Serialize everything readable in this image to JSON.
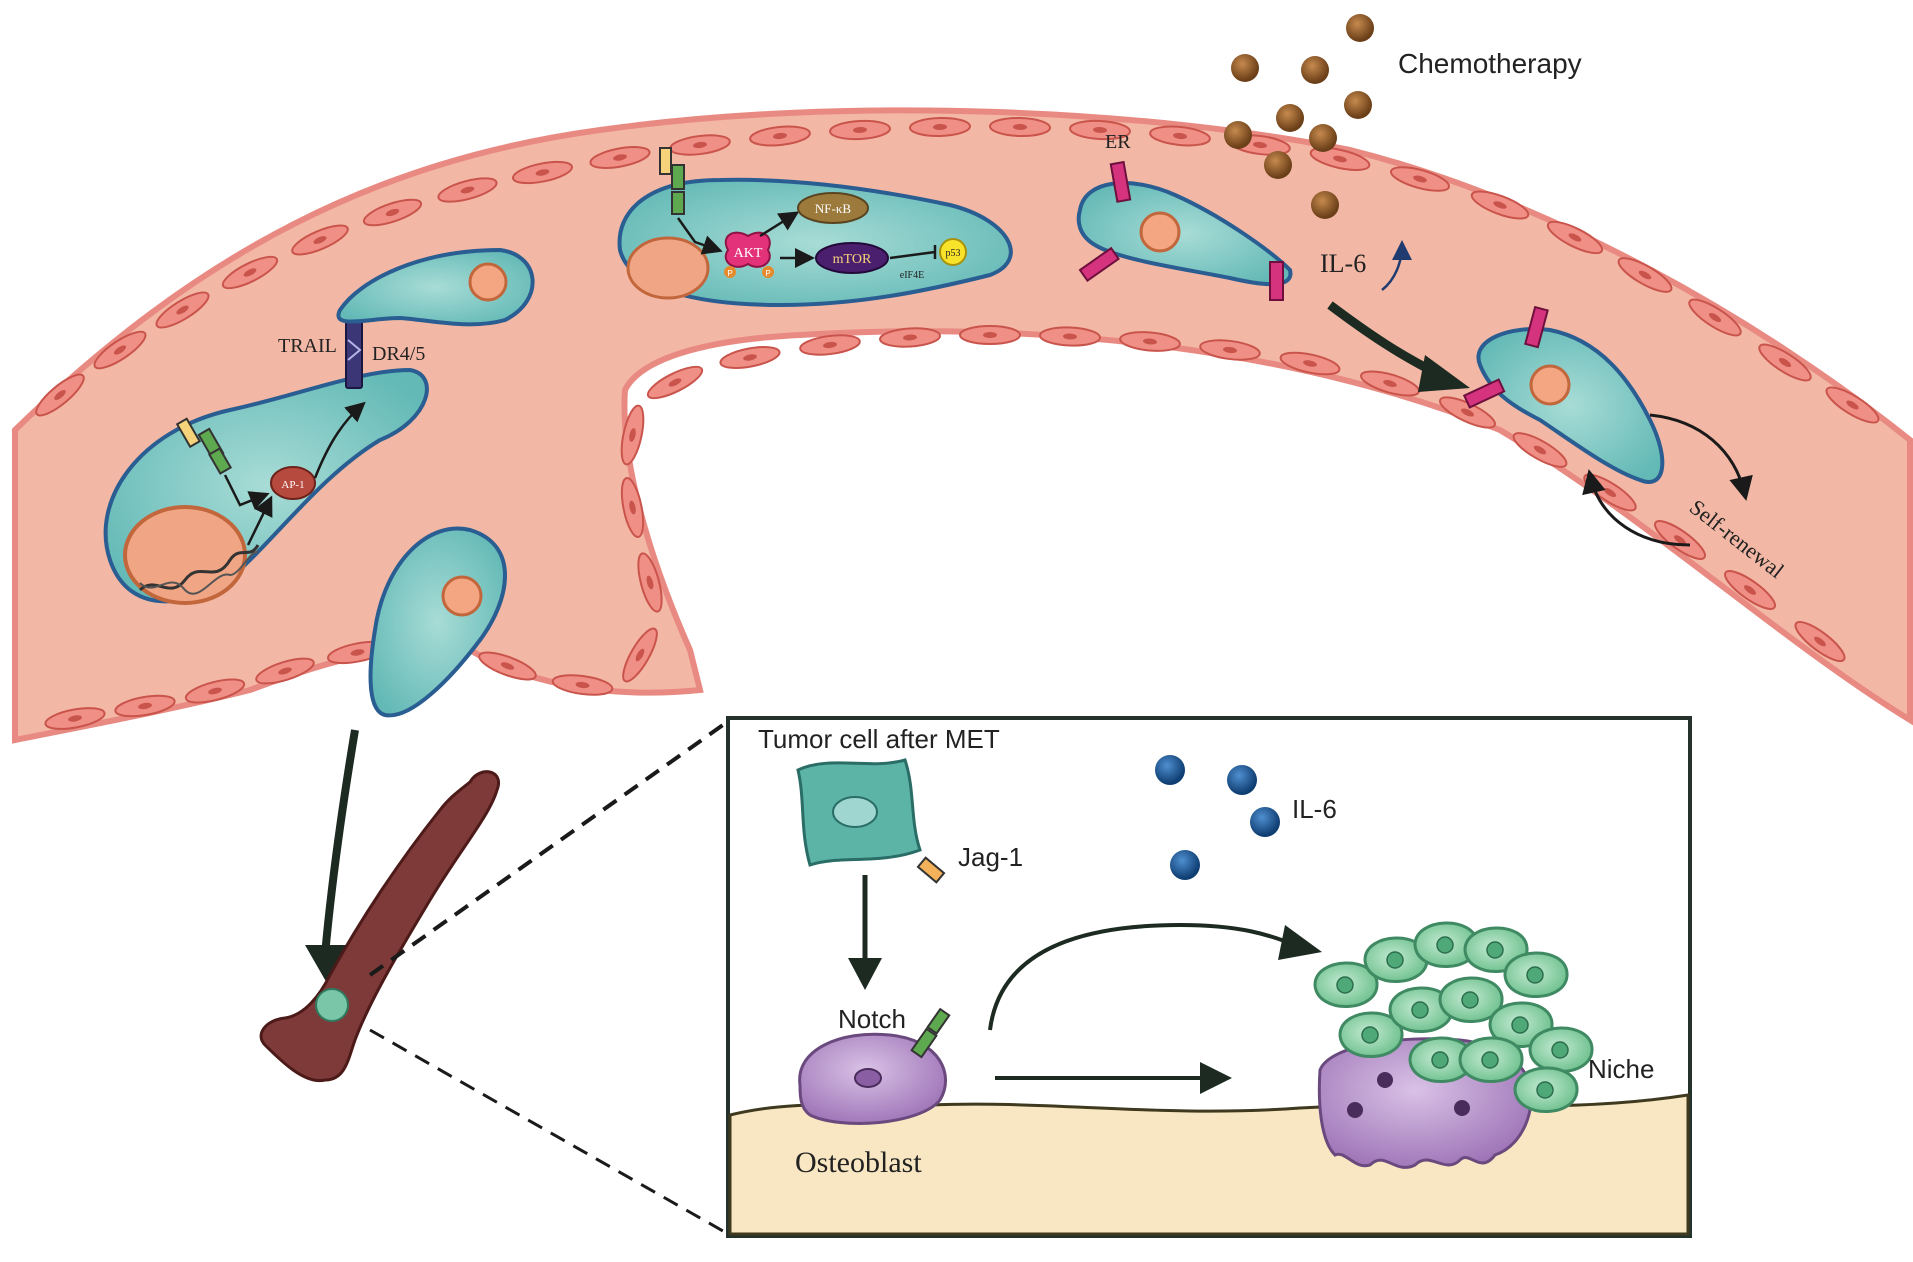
{
  "labels": {
    "chemotherapy": "Chemotherapy",
    "er": "ER",
    "il6_vessel": "IL-6",
    "self_renewal": "Self-renewal",
    "trail": "TRAIL",
    "dr45": "DR4/5",
    "ap1": "AP-1",
    "nfkb": "NF-κB",
    "akt": "AKT",
    "mtor": "mTOR",
    "eif4e": "eIF4E",
    "p53": "p53",
    "p_marker": "P",
    "tumor_cell_after_met": "Tumor cell after MET",
    "jag1": "Jag-1",
    "il6_inset": "IL-6",
    "notch": "Notch",
    "osteoblast": "Osteoblast",
    "niche": "Niche"
  },
  "colors": {
    "vessel_fill": "#f2b9a6",
    "endothelial": "#ec8f87",
    "tumor_cell": "#7fc6c3",
    "tumor_outline": "#2c5c8c",
    "nucleus": "#f4a582",
    "chemo_drug": "#8b5a2b",
    "il6_particle": "#1f5f9c",
    "receptor_pink": "#d6337f",
    "bone": "#7a2c2c",
    "osteoblast": "#b58bc9",
    "bone_surface": "#f7e6c0",
    "niche_cell": "#8fcfa8"
  }
}
